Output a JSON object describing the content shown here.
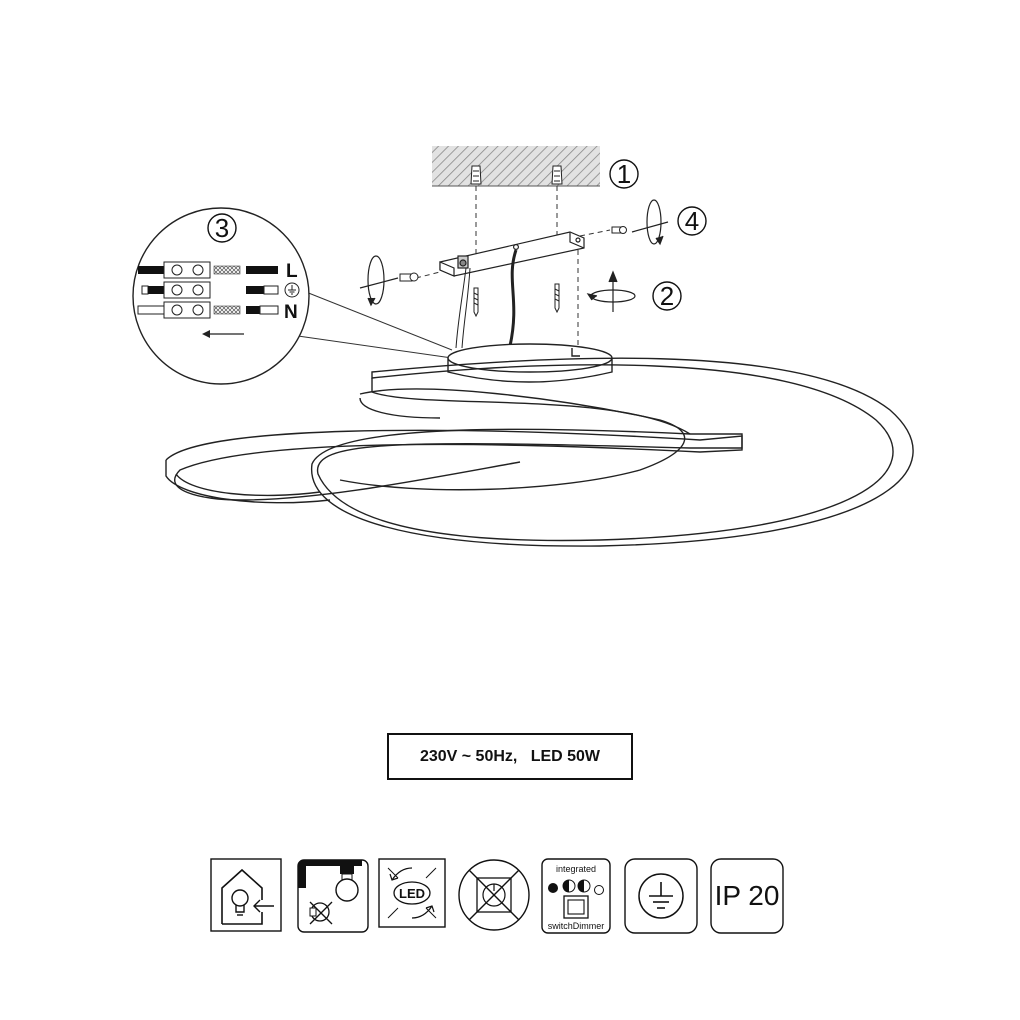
{
  "steps": [
    "1",
    "2",
    "3",
    "4"
  ],
  "wires": {
    "live": "L",
    "neutral": "N"
  },
  "icons": [
    {
      "id": "indoor-use-icon"
    },
    {
      "id": "bulb-not-replaceable-icon"
    },
    {
      "id": "led-replaceable-icon"
    },
    {
      "id": "no-dimmer-icon"
    },
    {
      "id": "integrated-switch-dimmer-icon",
      "top_label": "integrated",
      "bottom_label": "switchDimmer"
    },
    {
      "id": "protection-class-1-icon"
    },
    {
      "id": "ip-rating-icon",
      "text": "IP 20"
    }
  ],
  "spec": "230V ~ 50Hz,   LED 50W"
}
